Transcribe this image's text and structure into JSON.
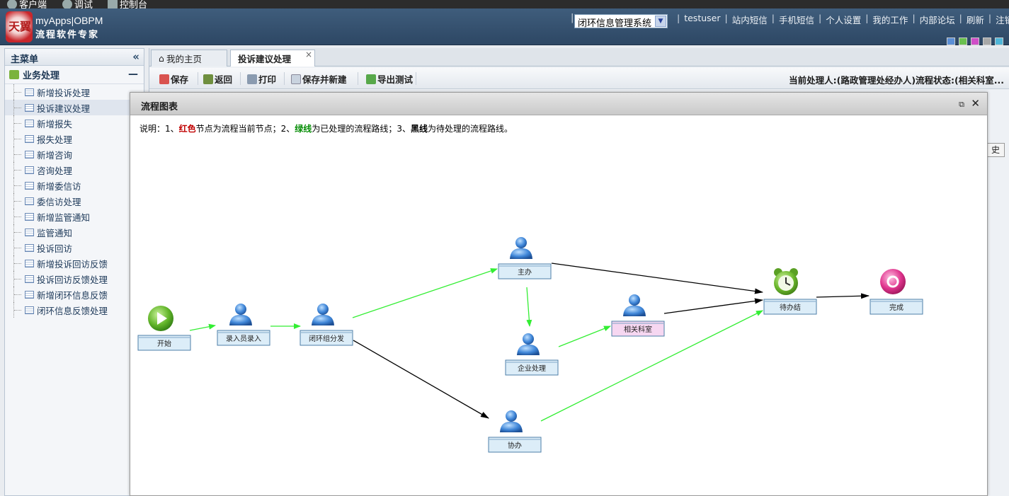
{
  "top_strip": {
    "items": [
      "客户端",
      "调试",
      "控制台"
    ]
  },
  "header": {
    "brand_line1": "myApps|OBPM",
    "brand_line2": "流程软件专家",
    "logo_text": "天翼",
    "system_select": "闭环信息管理系统",
    "user": "testuser",
    "links": [
      "站内短信",
      "手机短信",
      "个人设置",
      "我的工作",
      "内部论坛",
      "刷新",
      "注销"
    ],
    "theme_swatches": [
      "#5b8fd6",
      "#6ac04f",
      "#d04fc8",
      "#a8a8a8",
      "#4fb6d8"
    ]
  },
  "left_menu": {
    "title": "主菜单",
    "group": "业务处理",
    "items": [
      "新增投诉处理",
      "投诉建议处理",
      "新增报失",
      "报失处理",
      "新增咨询",
      "咨询处理",
      "新增委信访",
      "委信访处理",
      "新增监管通知",
      "监管通知",
      "投诉回访",
      "新增投诉回访反馈",
      "投诉回访反馈处理",
      "新增闭环信息反馈",
      "闭环信息反馈处理"
    ],
    "active_index": 1
  },
  "tabs": [
    {
      "label": "我的主页",
      "active": false
    },
    {
      "label": "投诉建议处理",
      "active": true
    }
  ],
  "toolbar": {
    "buttons": [
      "保存",
      "返回",
      "打印",
      "保存并新建",
      "导出测试"
    ],
    "status": "当前处理人:(路政管理处经办人)流程状态:(相关科室..."
  },
  "history_button": "史",
  "modal": {
    "title": "流程图表",
    "legend": {
      "prefix": "说明：1、",
      "red": "红色",
      "part1": "节点为流程当前节点；2、",
      "green": "绿线",
      "part2": "为已处理的流程路线；3、",
      "black": "黑线",
      "part3": "为待处理的流程路线。"
    },
    "nodes": [
      {
        "id": "start",
        "label": "开始",
        "type": "start"
      },
      {
        "id": "entry",
        "label": "录入员录入",
        "type": "user"
      },
      {
        "id": "dispatch",
        "label": "闭环组分发",
        "type": "user"
      },
      {
        "id": "main",
        "label": "主办",
        "type": "user"
      },
      {
        "id": "enterprise",
        "label": "企业处理",
        "type": "user"
      },
      {
        "id": "dept",
        "label": "相关科室",
        "type": "user",
        "current": true
      },
      {
        "id": "assist",
        "label": "协办",
        "type": "user"
      },
      {
        "id": "pending",
        "label": "待办结",
        "type": "clock"
      },
      {
        "id": "done",
        "label": "完成",
        "type": "end"
      }
    ],
    "edges": [
      {
        "from": "start",
        "to": "entry",
        "status": "processed"
      },
      {
        "from": "entry",
        "to": "dispatch",
        "status": "processed"
      },
      {
        "from": "dispatch",
        "to": "main",
        "status": "processed"
      },
      {
        "from": "dispatch",
        "to": "assist",
        "status": "pending"
      },
      {
        "from": "main",
        "to": "enterprise",
        "status": "processed"
      },
      {
        "from": "main",
        "to": "pending",
        "status": "pending"
      },
      {
        "from": "enterprise",
        "to": "dept",
        "status": "processed"
      },
      {
        "from": "dept",
        "to": "pending",
        "status": "pending"
      },
      {
        "from": "assist",
        "to": "pending",
        "status": "processed"
      },
      {
        "from": "pending",
        "to": "done",
        "status": "pending"
      }
    ],
    "colors": {
      "processed": "#33ee33",
      "pending": "#000000",
      "current_node": "#f6d7f1"
    }
  }
}
